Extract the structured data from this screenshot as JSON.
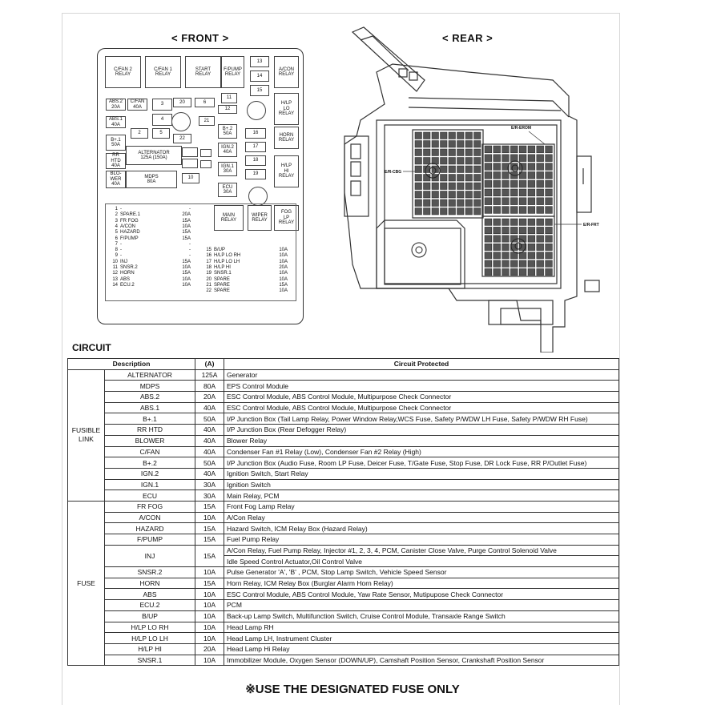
{
  "front": {
    "title": "< FRONT >",
    "cells": {
      "cfan2": "C/FAN 2\nRELAY",
      "cfan1": "C/FAN 1\nRELAY",
      "start": "START\nRELAY",
      "fpump": "F/PUMP\nRELAY",
      "n13": "13",
      "n14": "14",
      "n15": "15",
      "acon": "A/CON\nRELAY",
      "abs2": "ABS.2\n20A",
      "cfan": "C/FAN\n40A",
      "n3": "3",
      "n20": "20",
      "n6": "6",
      "n12": "12",
      "n11": "11",
      "hlplo": "H/LP\nLO\nRELAY",
      "abs1": "ABS.1\n40A",
      "n4": "4",
      "n21": "21",
      "n2": "2",
      "n5": "5",
      "b2": "B+.2\n50A",
      "n16": "16",
      "horn": "HORN\nRELAY",
      "b1": "B+.1\n50A",
      "n22": "22",
      "alt": "ALTERNATOR\n125A (150A)",
      "ign2": "IGN.2\n40A",
      "n17": "17",
      "rrhtd": "RR\nHTD\n40A",
      "n18": "18",
      "hlphi": "H/LP\nHI\nRELAY",
      "blower": "BLO-\nWER\n40A",
      "mdps": "MDPS\n80A",
      "n10": "10",
      "ign1": "IGN.1\n30A",
      "n19": "19",
      "ecu": "ECU\n30A",
      "main": "MAIN\nRELAY",
      "wiper": "WIPER\nRELAY",
      "foglp": "FOG\nLP\nRELAY"
    },
    "fuse_list_left": [
      {
        "no": "1",
        "name": "-",
        "amp": "-"
      },
      {
        "no": "2",
        "name": "SPARE.1",
        "amp": "20A"
      },
      {
        "no": "3",
        "name": "FR FOG",
        "amp": "15A"
      },
      {
        "no": "4",
        "name": "A/CON",
        "amp": "10A"
      },
      {
        "no": "5",
        "name": "HAZARD",
        "amp": "15A"
      },
      {
        "no": "6",
        "name": "F/PUMP",
        "amp": "15A"
      },
      {
        "no": "7",
        "name": "-",
        "amp": "-"
      },
      {
        "no": "8",
        "name": "-",
        "amp": "-"
      },
      {
        "no": "9",
        "name": "-",
        "amp": "-"
      },
      {
        "no": "10",
        "name": "INJ",
        "amp": "15A"
      },
      {
        "no": "11",
        "name": "SNSR.2",
        "amp": "10A"
      },
      {
        "no": "12",
        "name": "HORN",
        "amp": "15A"
      },
      {
        "no": "13",
        "name": "ABS",
        "amp": "10A"
      },
      {
        "no": "14",
        "name": "ECU.2",
        "amp": "10A"
      }
    ],
    "fuse_list_right": [
      {
        "no": "15",
        "name": "B/UP",
        "amp": "10A"
      },
      {
        "no": "16",
        "name": "H/LP LO RH",
        "amp": "10A"
      },
      {
        "no": "17",
        "name": "H/LP LO LH",
        "amp": "10A"
      },
      {
        "no": "18",
        "name": "H/LP HI",
        "amp": "20A"
      },
      {
        "no": "19",
        "name": "SNSR.1",
        "amp": "10A"
      },
      {
        "no": "20",
        "name": "SPARE",
        "amp": "10A"
      },
      {
        "no": "21",
        "name": "SPARE",
        "amp": "15A"
      },
      {
        "no": "22",
        "name": "SPARE",
        "amp": "10A"
      }
    ]
  },
  "rear": {
    "title": "< REAR >",
    "labels": {
      "erom": "E/R-EROM",
      "ercbg": "E/R-CBG",
      "erfrt": "E/R-FRT"
    }
  },
  "circuit": {
    "title": "CIRCUIT",
    "headers": {
      "description": "Description",
      "amp": "(A)",
      "protected": "Circuit Protected"
    },
    "groups": [
      {
        "name": "FUSIBLE\nLINK",
        "rows": [
          {
            "name": "ALTERNATOR",
            "amp": "125A",
            "circuit": "Generator"
          },
          {
            "name": "MDPS",
            "amp": "80A",
            "circuit": "EPS Control Module"
          },
          {
            "name": "ABS.2",
            "amp": "20A",
            "circuit": "ESC Control Module, ABS Control Module, Multipurpose Check Connector"
          },
          {
            "name": "ABS.1",
            "amp": "40A",
            "circuit": "ESC Control Module, ABS Control Module, Multipurpose Check Connector"
          },
          {
            "name": "B+.1",
            "amp": "50A",
            "circuit": "I/P Junction Box (Tail Lamp Relay, Power Window Relay,WCS Fuse, Safety P/WDW LH Fuse, Safety P/WDW RH Fuse)"
          },
          {
            "name": "RR HTD",
            "amp": "40A",
            "circuit": "I/P Junction Box (Rear Defogger Relay)"
          },
          {
            "name": "BLOWER",
            "amp": "40A",
            "circuit": "Blower Relay"
          },
          {
            "name": "C/FAN",
            "amp": "40A",
            "circuit": "Condenser Fan #1 Relay (Low), Condenser Fan #2 Relay (High)"
          },
          {
            "name": "B+.2",
            "amp": "50A",
            "circuit": "I/P Junction Box (Audio Fuse, Room LP Fuse, Deicer Fuse, T/Gate Fuse, Stop Fuse, DR Lock Fuse, RR P/Outlet Fuse)"
          },
          {
            "name": "IGN.2",
            "amp": "40A",
            "circuit": "Ignition Switch, Start Relay"
          },
          {
            "name": "IGN.1",
            "amp": "30A",
            "circuit": "Ignition Switch"
          },
          {
            "name": "ECU",
            "amp": "30A",
            "circuit": "Main Relay, PCM"
          }
        ]
      },
      {
        "name": "FUSE",
        "rows": [
          {
            "name": "FR FOG",
            "amp": "15A",
            "circuit": "Front Fog Lamp Relay"
          },
          {
            "name": "A/CON",
            "amp": "10A",
            "circuit": "A/Con Relay"
          },
          {
            "name": "HAZARD",
            "amp": "15A",
            "circuit": "Hazard Switch, ICM Relay Box (Hazard Relay)"
          },
          {
            "name": "F/PUMP",
            "amp": "15A",
            "circuit": "Fuel Pump Relay"
          },
          {
            "name": "INJ",
            "amp": "15A",
            "circuit": "A/Con Relay, Fuel Pump Relay, Injector #1, 2, 3, 4, PCM, Canister Close Valve, Purge Control Solenoid Valve",
            "circuit2": "Idle Speed Control Actuator,Oil Control Valve"
          },
          {
            "name": "SNSR.2",
            "amp": "10A",
            "circuit": "Pulse Generator 'A', 'B' , PCM, Stop Lamp Switch, Vehicle Speed Sensor"
          },
          {
            "name": "HORN",
            "amp": "15A",
            "circuit": "Horn Relay, ICM Relay Box (Burglar Alarm Horn Relay)"
          },
          {
            "name": "ABS",
            "amp": "10A",
            "circuit": "ESC Control Module, ABS Control Module, Yaw Rate Sensor, Mutipupose Check Connector"
          },
          {
            "name": "ECU.2",
            "amp": "10A",
            "circuit": "PCM"
          },
          {
            "name": "B/UP",
            "amp": "10A",
            "circuit": "Back-up Lamp Switch, Multifunction Switch, Cruise Control Module, Transaxle Range Switch"
          },
          {
            "name": "H/LP LO RH",
            "amp": "10A",
            "circuit": "Head Lamp RH"
          },
          {
            "name": "H/LP LO LH",
            "amp": "10A",
            "circuit": "Head Lamp LH, Instrument Cluster"
          },
          {
            "name": "H/LP HI",
            "amp": "20A",
            "circuit": "Head Lamp Hi Relay"
          },
          {
            "name": "SNSR.1",
            "amp": "10A",
            "circuit": "Immobilizer Module, Oxygen Sensor (DOWN/UP), Camshaft Position Sensor, Crankshaft Position Sensor"
          }
        ]
      }
    ]
  },
  "note": "※USE THE DESIGNATED FUSE ONLY"
}
